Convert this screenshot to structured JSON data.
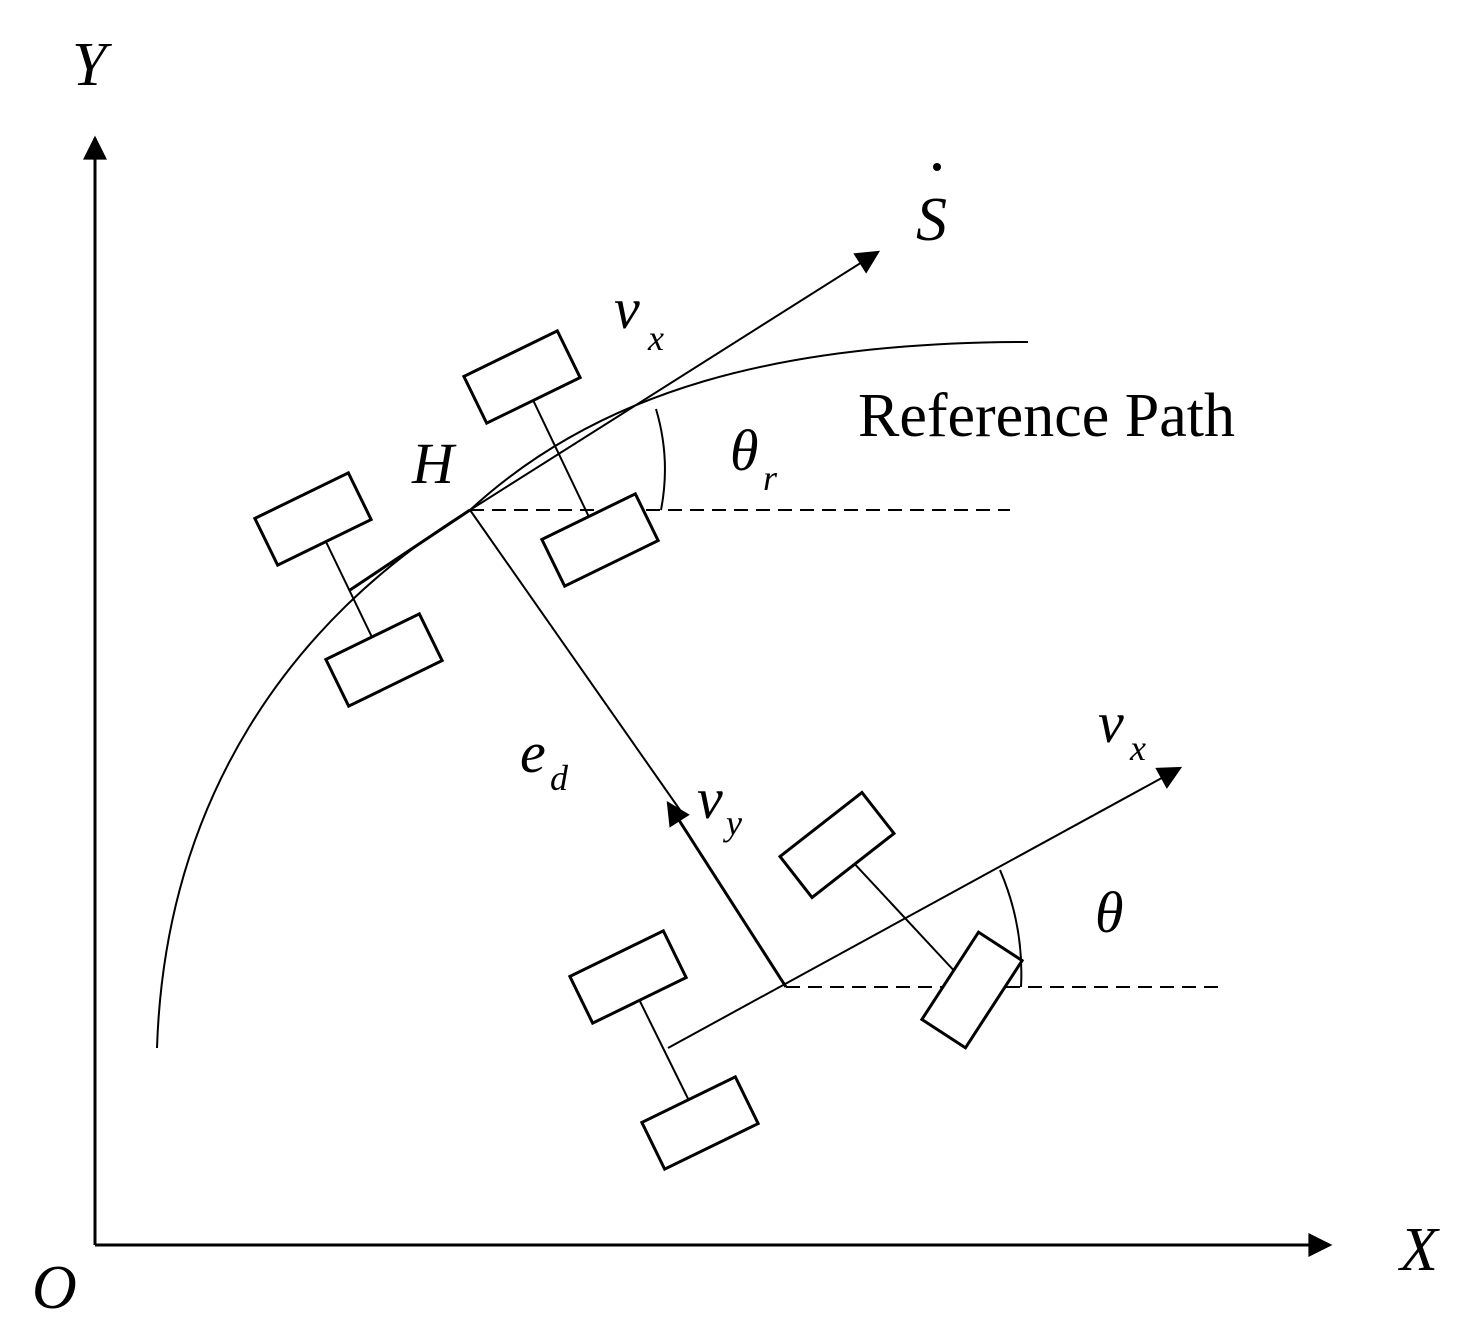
{
  "axes": {
    "x_label": "X",
    "y_label": "Y",
    "origin_label": "O"
  },
  "labels": {
    "s_dot": "S",
    "vx_top": "v",
    "vx_top_sub": "x",
    "path_name": "Reference Path",
    "theta_r": "θ",
    "theta_r_sub": "r",
    "h_point": "H",
    "e_d": "e",
    "e_d_sub": "d",
    "v_y": "v",
    "v_y_sub": "y",
    "vx_bottom": "v",
    "vx_bottom_sub": "x",
    "theta": "θ"
  },
  "colors": {
    "stroke": "#000000",
    "background": "#ffffff"
  }
}
